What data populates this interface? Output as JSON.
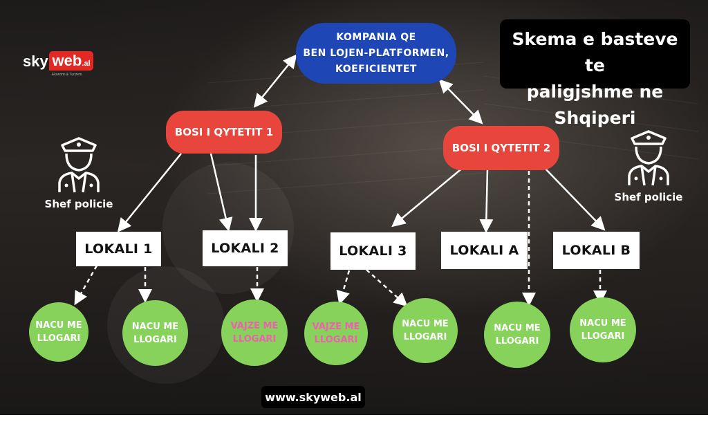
{
  "title": {
    "line1": "Skema e basteve te",
    "line2": "paligjshme ne Shqiperi"
  },
  "logo": {
    "sky": "sky",
    "web": "web",
    "suffix": ".al",
    "tagline": "Ekonomi & Turizem"
  },
  "company": {
    "line1": "KOMPANIA QE",
    "line2": "BEN LOJEN-PLATFORMEN,",
    "line3": "KOEFICIENTET"
  },
  "boss1": "BOSI I QYTETIT 1",
  "boss2": "BOSI I QYTETIT 2",
  "police_left": "Shef policie",
  "police_right": "Shef policie",
  "locals": [
    "LOKALI 1",
    "LOKALI 2",
    "LOKALI 3",
    "LOKALI A",
    "LOKALI B"
  ],
  "circles": [
    {
      "line1": "NACU ME",
      "line2": "LLOGARI",
      "color": "#ffffff"
    },
    {
      "line1": "NACU ME",
      "line2": "LLOGARI",
      "color": "#ffffff"
    },
    {
      "line1": "VAJZE ME",
      "line2": "LLOGARI",
      "color": "#f05fb0"
    },
    {
      "line1": "VAJZE ME",
      "line2": "LLOGARI",
      "color": "#f05fb0"
    },
    {
      "line1": "NACU ME",
      "line2": "LLOGARI",
      "color": "#ffffff"
    },
    {
      "line1": "NACU ME",
      "line2": "LLOGARI",
      "color": "#ffffff"
    },
    {
      "line1": "NACU ME",
      "line2": "LLOGARI",
      "color": "#ffffff"
    }
  ],
  "footer": "www.skyweb.al",
  "colors": {
    "boss": "#e8453c",
    "company": "#1e46b4",
    "account": "#86d25a"
  },
  "icons": {
    "police": "police-officer-icon"
  }
}
